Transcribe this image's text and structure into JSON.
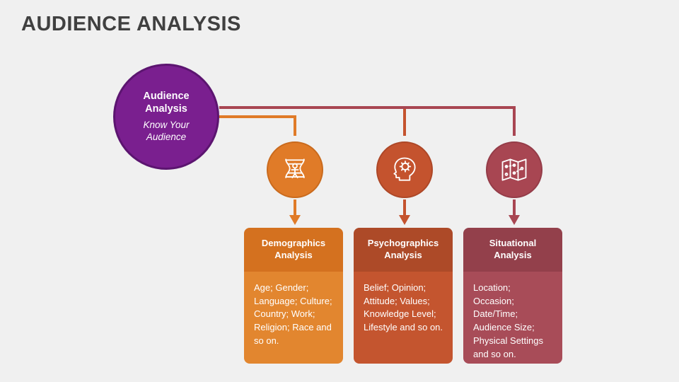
{
  "title": "AUDIENCE ANALYSIS",
  "hub": {
    "title_line1": "Audience",
    "title_line2": "Analysis",
    "subtitle_line1": "Know Your",
    "subtitle_line2": "Audience",
    "color": "#7a1f8f"
  },
  "branches": [
    {
      "icon": "dna-people-icon",
      "icon_color": "#e07b28",
      "heading_line1": "Demographics",
      "heading_line2": "Analysis",
      "body": "Age; Gender; Language; Culture; Country; Work; Religion; Race and so on.",
      "head_color": "#d4711f",
      "body_color": "#e2862f"
    },
    {
      "icon": "head-gear-icon",
      "icon_color": "#c4532e",
      "heading_line1": "Psychographics",
      "heading_line2": "Analysis",
      "body": "Belief; Opinion; Attitude; Values; Knowledge Level; Lifestyle and so on.",
      "head_color": "#ad4a28",
      "body_color": "#c4552f"
    },
    {
      "icon": "map-icon",
      "icon_color": "#a84652",
      "heading_line1": "Situational",
      "heading_line2": "Analysis",
      "body": "Location; Occasion; Date/Time; Audience Size; Physical Settings and so on.",
      "head_color": "#93404b",
      "body_color": "#a84c58"
    }
  ],
  "background_color": "#f0f0f0",
  "title_color": "#404040"
}
